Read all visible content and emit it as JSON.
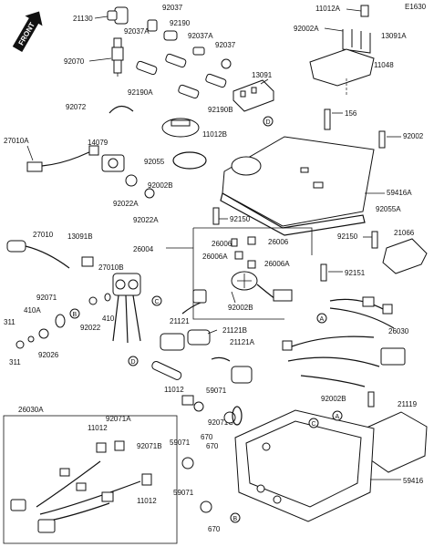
{
  "code": "E1630",
  "front_label": "FRONT",
  "refs": [
    "A",
    "B",
    "C",
    "D"
  ],
  "part_numbers": {
    "p21130": "21130",
    "p92037": "92037",
    "p92190": "92190",
    "p92037a_1": "92037A",
    "p92037a_2": "92037A",
    "p92037_2": "92037",
    "p92070": "92070",
    "p92190a": "92190A",
    "p92190b": "92190B",
    "p13091": "13091",
    "p92072": "92072",
    "p11012a": "11012A",
    "p92002a": "92002A",
    "p13091a": "13091A",
    "p11048": "11048",
    "p156": "156",
    "p92002": "92002",
    "p11012b": "11012B",
    "p27010a": "27010A",
    "p14079": "14079",
    "p92055": "92055",
    "p92002b_1": "92002B",
    "p92022a_1": "92022A",
    "p92022a_2": "92022A",
    "p59416a": "59416A",
    "p92055a": "92055A",
    "p92150_1": "92150",
    "p92150_2": "92150",
    "p21066": "21066",
    "p26004": "26004",
    "p27010": "27010",
    "p13091b": "13091B",
    "p26006_1": "26006",
    "p26006_2": "26006",
    "p26006a_1": "26006A",
    "p26006a_2": "26006A",
    "p27010b": "27010B",
    "p92151": "92151",
    "p92071": "92071",
    "p410a": "410A",
    "p311_1": "311",
    "p311_2": "311",
    "p92026": "92026",
    "p92022": "92022",
    "p410": "410",
    "p92002b_2": "92002B",
    "p21121": "21121",
    "p21121b": "21121B",
    "p21121a": "21121A",
    "p26030": "26030",
    "p11012": "11012",
    "p59071_1": "59071",
    "p92071c": "92071C",
    "p92002b_3": "92002B",
    "p21119": "21119",
    "p26030a": "26030A",
    "p11012_2": "11012",
    "p92071a": "92071A",
    "p92071b": "92071B",
    "p59071_2": "59071",
    "p670_1": "670",
    "p670_2": "670",
    "p59071_3": "59071",
    "p670_3": "670",
    "p11012_3": "11012",
    "p59416": "59416"
  }
}
